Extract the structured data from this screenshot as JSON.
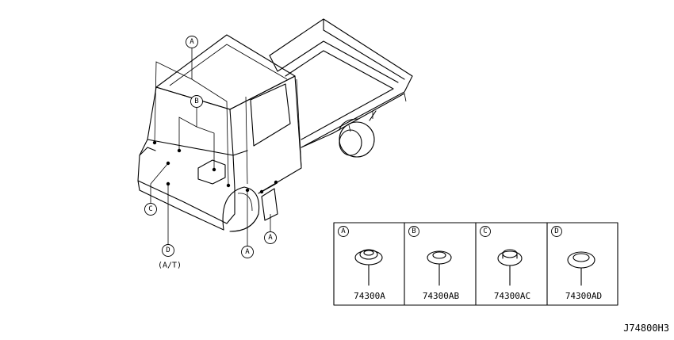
{
  "diagram_id": "J74800H3",
  "callouts": {
    "roof": "A",
    "windshield": "B",
    "front_left": "C",
    "front_bottom": "D",
    "front_bottom_note": "(A/T)",
    "wheel_arch": "A",
    "side_step": "A"
  },
  "parts": [
    {
      "letter": "A",
      "part_number": "74300A"
    },
    {
      "letter": "B",
      "part_number": "74300AB"
    },
    {
      "letter": "C",
      "part_number": "74300AC"
    },
    {
      "letter": "D",
      "part_number": "74300AD"
    }
  ]
}
